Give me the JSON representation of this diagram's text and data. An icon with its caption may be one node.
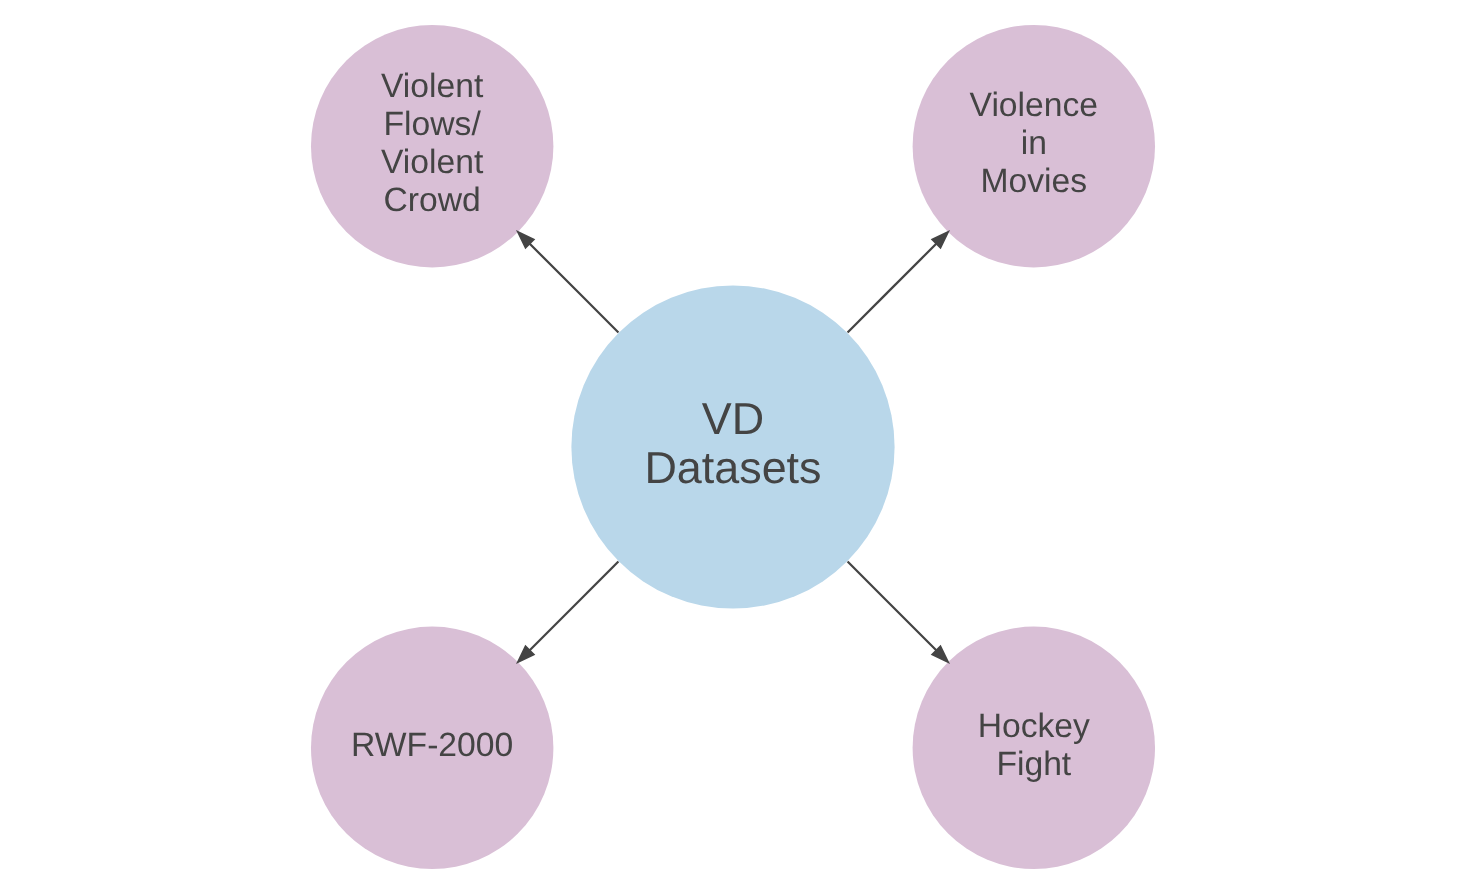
{
  "diagram": {
    "nodes": [
      {
        "text": [
          "Violence in Movies"
        ]
      },
      {
        "text": [
          "Violent Flows/ Violent Crowd"
        ]
      },
      {
        "text": [
          "VD Datasets"
        ]
      },
      {
        "text": [
          "RWF-2000"
        ]
      },
      {
        "text": [
          "Hockey Fight"
        ]
      }
    ],
    "edges": [
      {
        "from": 2,
        "to": 0,
        "arrow": "to"
      },
      {
        "from": 2,
        "to": 1,
        "arrow": "to"
      },
      {
        "from": 2,
        "to": 3,
        "arrow": "to"
      },
      {
        "from": 2,
        "to": 4,
        "arrow": "to"
      }
    ]
  }
}
